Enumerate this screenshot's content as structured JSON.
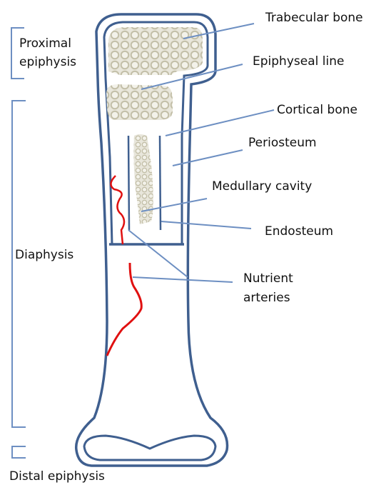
{
  "colors": {
    "bone_outline": "#3f5f8f",
    "leader_line": "#6d8fc2",
    "artery": "#e01010",
    "trabecular_fill": "#e4e2d6",
    "trabecular_ring": "#c3bfa8",
    "bracket": "#6d8fc2"
  },
  "labels": {
    "trabecular_bone": "Trabecular bone",
    "epiphyseal_line": "Epiphyseal line",
    "cortical_bone": "Cortical bone",
    "periosteum": "Periosteum",
    "medullary_cavity": "Medullary cavity",
    "endosteum": "Endosteum",
    "nutrient_arteries_line1": "Nutrient",
    "nutrient_arteries_line2": "arteries"
  },
  "regions": {
    "proximal_line1": "Proximal",
    "proximal_line2": "epiphysis",
    "diaphysis": "Diaphysis",
    "distal": "Distal epiphysis"
  }
}
